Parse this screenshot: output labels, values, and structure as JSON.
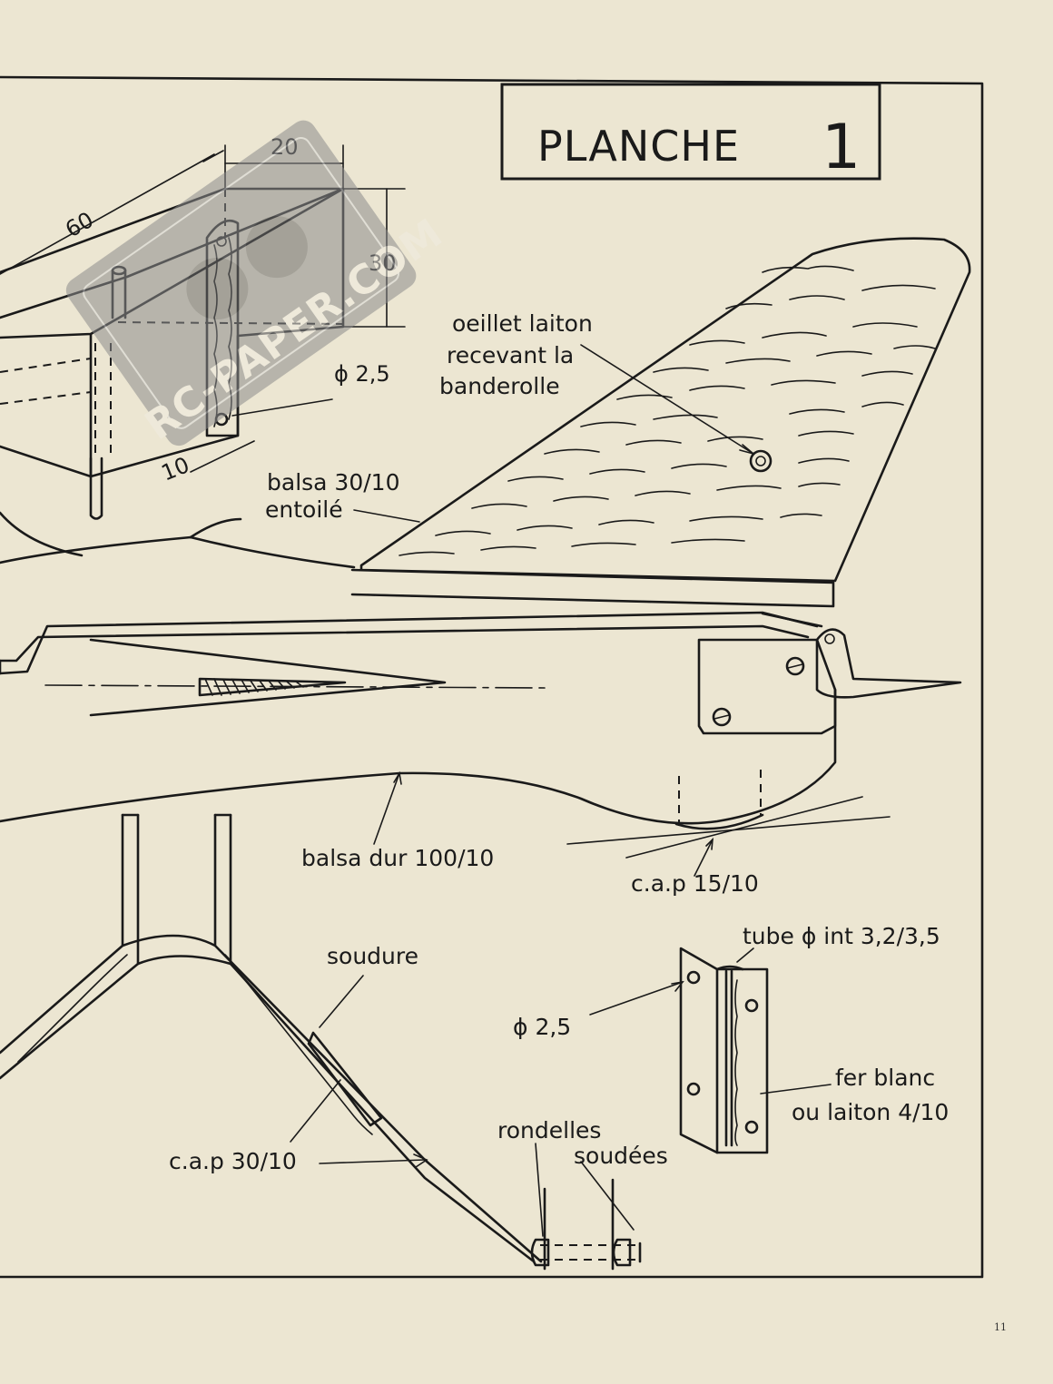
{
  "plate_title": {
    "word": "PLANCHE",
    "number": "1"
  },
  "watermark": {
    "text": "RC-PAPER.COM"
  },
  "dimensions": {
    "d60": "60",
    "d20": "20",
    "d30": "30",
    "d10": "10",
    "hole": "ϕ 2,5"
  },
  "labels": {
    "eyelet_line1": "oeillet laiton",
    "eyelet_line2": "recevant la",
    "eyelet_line3": "banderolle",
    "balsa_fin_line1": "balsa  30/10",
    "balsa_fin_line2": "entoilé",
    "balsa_hard": "balsa dur 100/10",
    "cap_15": "c.a.p  15/10",
    "tube": "tube ϕ int 3,2/3,5",
    "hole_bracket": "ϕ 2,5",
    "tin_line1": "fer blanc",
    "tin_line2": "ou laiton 4/10",
    "solder": "soudure",
    "cap_30": "c.a.p 30/10",
    "washers_line1": "rondelles",
    "washers_line2": "soudées"
  },
  "page_number": "11"
}
